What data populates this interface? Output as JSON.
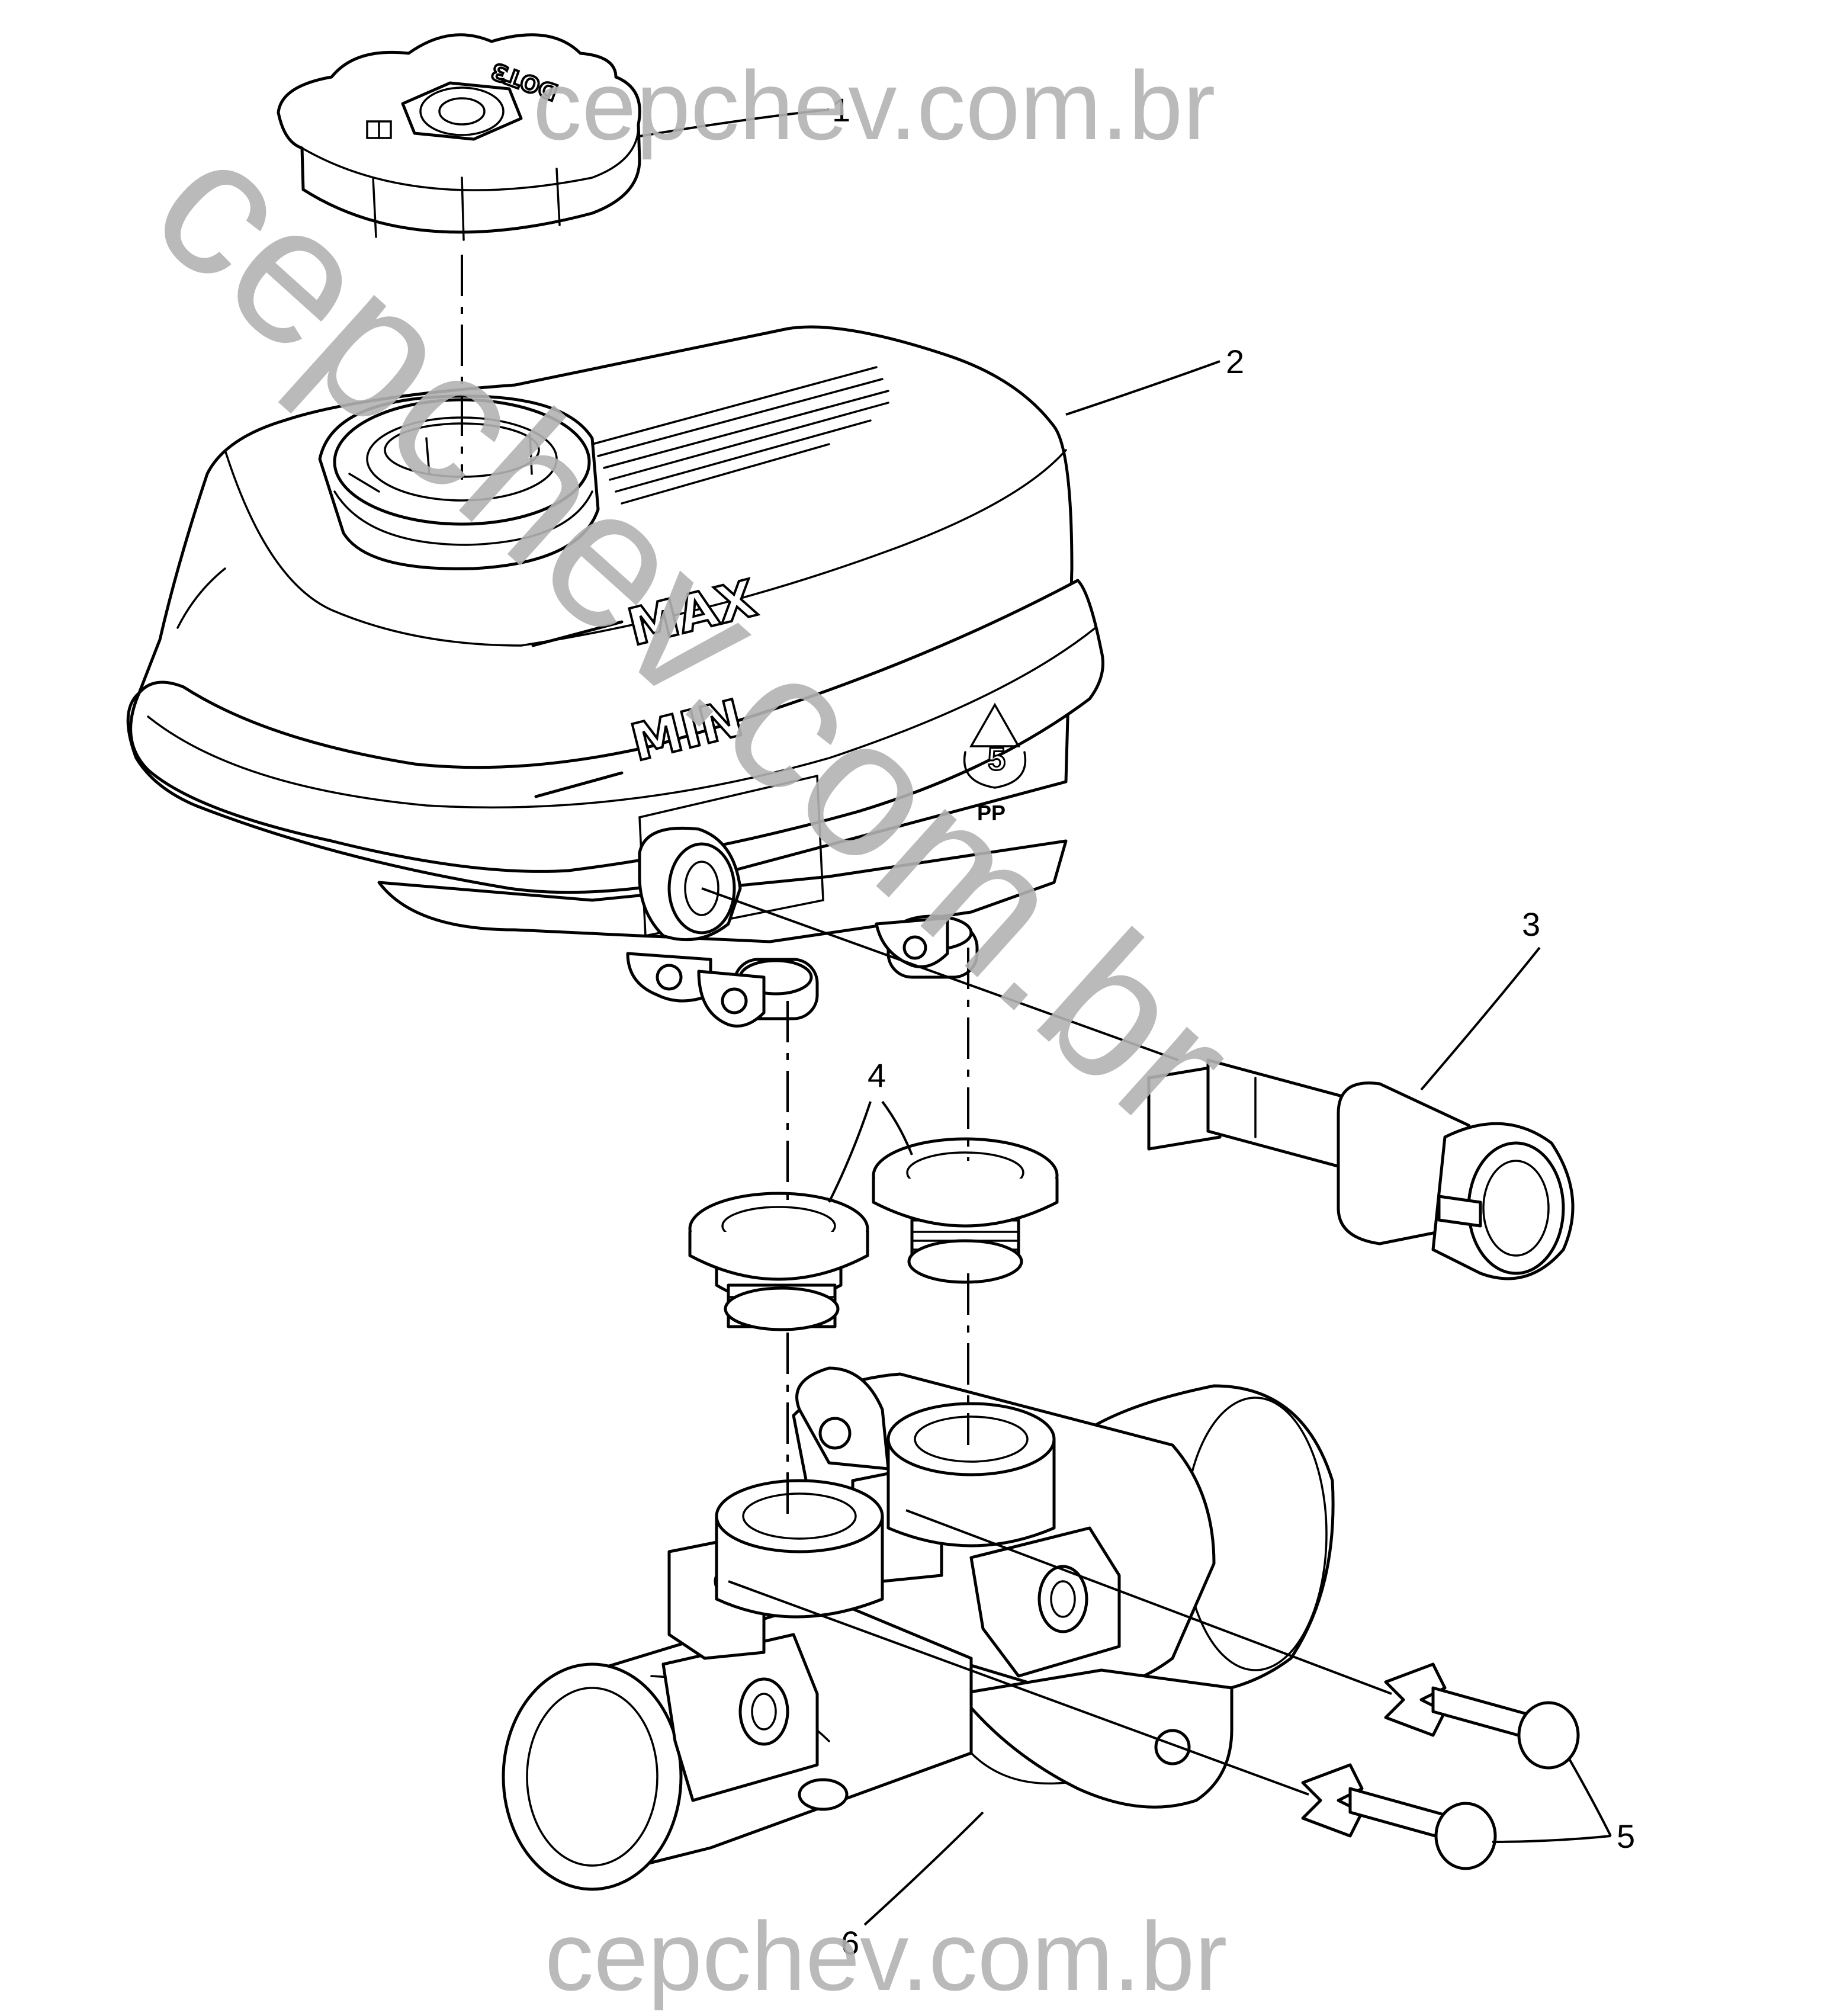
{
  "watermark": {
    "text": "cepchev.com.br",
    "color": "#b3b3b3"
  },
  "callouts": [
    "1",
    "2",
    "3",
    "4",
    "5",
    "6"
  ],
  "embossed": {
    "max": "MAX",
    "min": "MIN",
    "cap": "DOT3",
    "recycle_code": "5",
    "recycle_material": "PP"
  },
  "icons": [
    "recycle-symbol-icon",
    "fluid-level-icon"
  ]
}
